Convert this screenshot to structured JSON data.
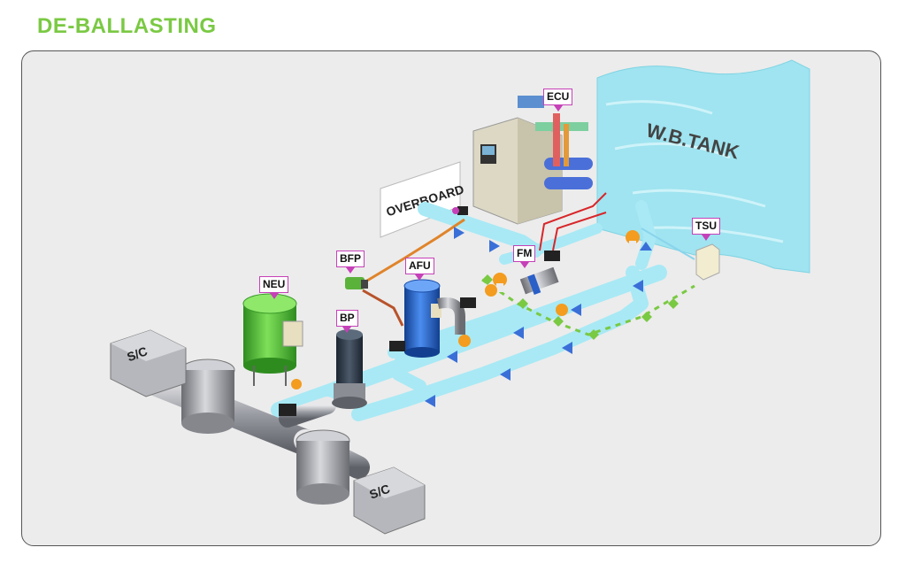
{
  "title": "DE-BALLASTING",
  "tank_label": "W.B.TANK",
  "overboard_label": "OVERBOARD",
  "sea_chest_label": "S/C",
  "units": [
    {
      "id": "ECU",
      "label": "ECU"
    },
    {
      "id": "TSU",
      "label": "TSU"
    },
    {
      "id": "FM",
      "label": "FM"
    },
    {
      "id": "AFU",
      "label": "AFU"
    },
    {
      "id": "BFP",
      "label": "BFP"
    },
    {
      "id": "NEU",
      "label": "NEU"
    },
    {
      "id": "BP",
      "label": "BP"
    }
  ],
  "colors": {
    "title": "#7ac943",
    "pipe": "#a8e9f5",
    "flow_arrow": "#3a6fd8",
    "tag_border": "#c640b8",
    "tank_water": "#9fe4f0",
    "valve_orange": "#f39c1f",
    "valve_green": "#7ac943",
    "red_line": "#d8262a",
    "neu_body": "#56c83a",
    "afu_body": "#2b6fd0"
  }
}
